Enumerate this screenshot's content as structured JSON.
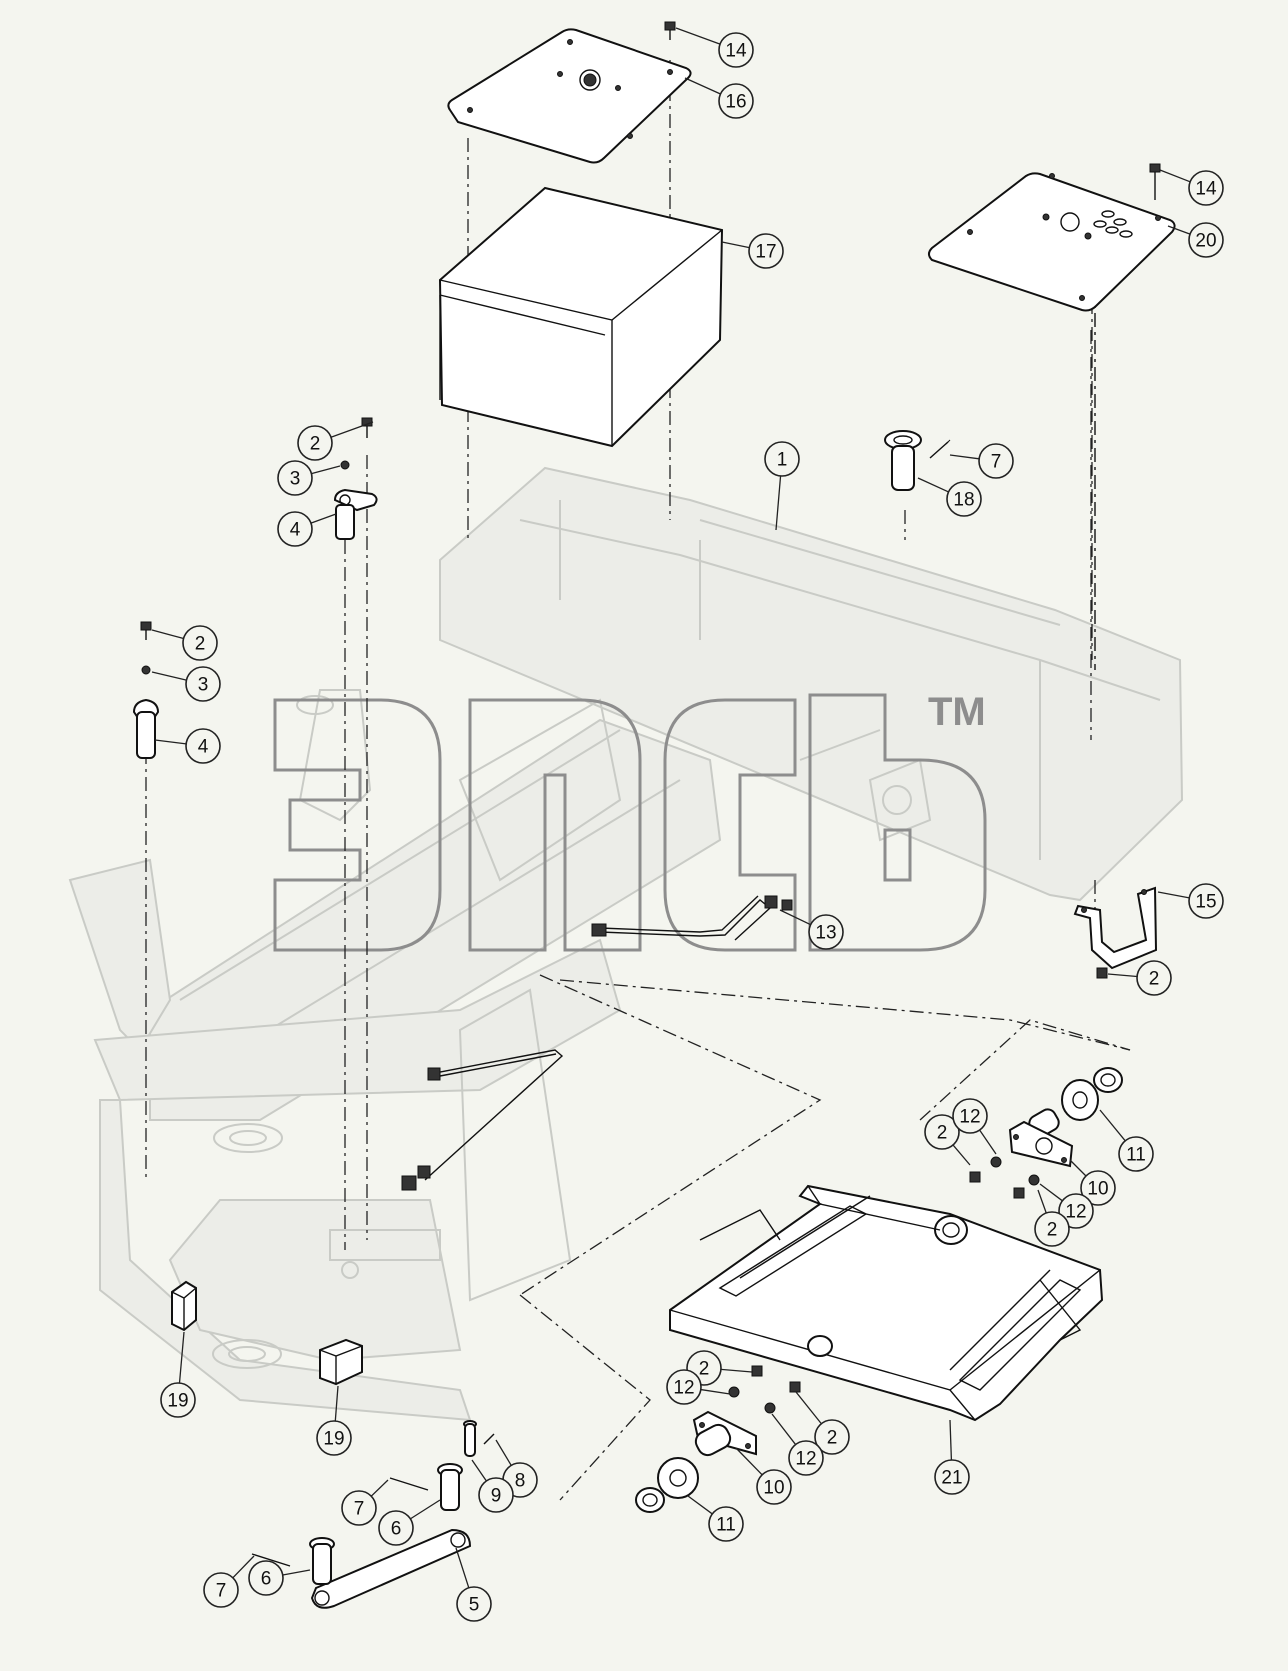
{
  "watermark": {
    "trademark": "TM"
  },
  "callouts": [
    {
      "label": "14"
    },
    {
      "label": "16"
    },
    {
      "label": "17"
    },
    {
      "label": "14"
    },
    {
      "label": "20"
    },
    {
      "label": "2"
    },
    {
      "label": "3"
    },
    {
      "label": "4"
    },
    {
      "label": "1"
    },
    {
      "label": "7"
    },
    {
      "label": "18"
    },
    {
      "label": "2"
    },
    {
      "label": "3"
    },
    {
      "label": "4"
    },
    {
      "label": "13"
    },
    {
      "label": "15"
    },
    {
      "label": "2"
    },
    {
      "label": "2"
    },
    {
      "label": "12"
    },
    {
      "label": "11"
    },
    {
      "label": "10"
    },
    {
      "label": "12"
    },
    {
      "label": "2"
    },
    {
      "label": "19"
    },
    {
      "label": "19"
    },
    {
      "label": "2"
    },
    {
      "label": "12"
    },
    {
      "label": "2"
    },
    {
      "label": "12"
    },
    {
      "label": "10"
    },
    {
      "label": "11"
    },
    {
      "label": "21"
    },
    {
      "label": "8"
    },
    {
      "label": "9"
    },
    {
      "label": "7"
    },
    {
      "label": "6"
    },
    {
      "label": "7"
    },
    {
      "label": "6"
    },
    {
      "label": "5"
    }
  ],
  "colors": {
    "background": "#f4f5ef",
    "ghost_frame": "#c9cbc6",
    "ink": "#111111",
    "watermark": "#8d8d8d"
  }
}
